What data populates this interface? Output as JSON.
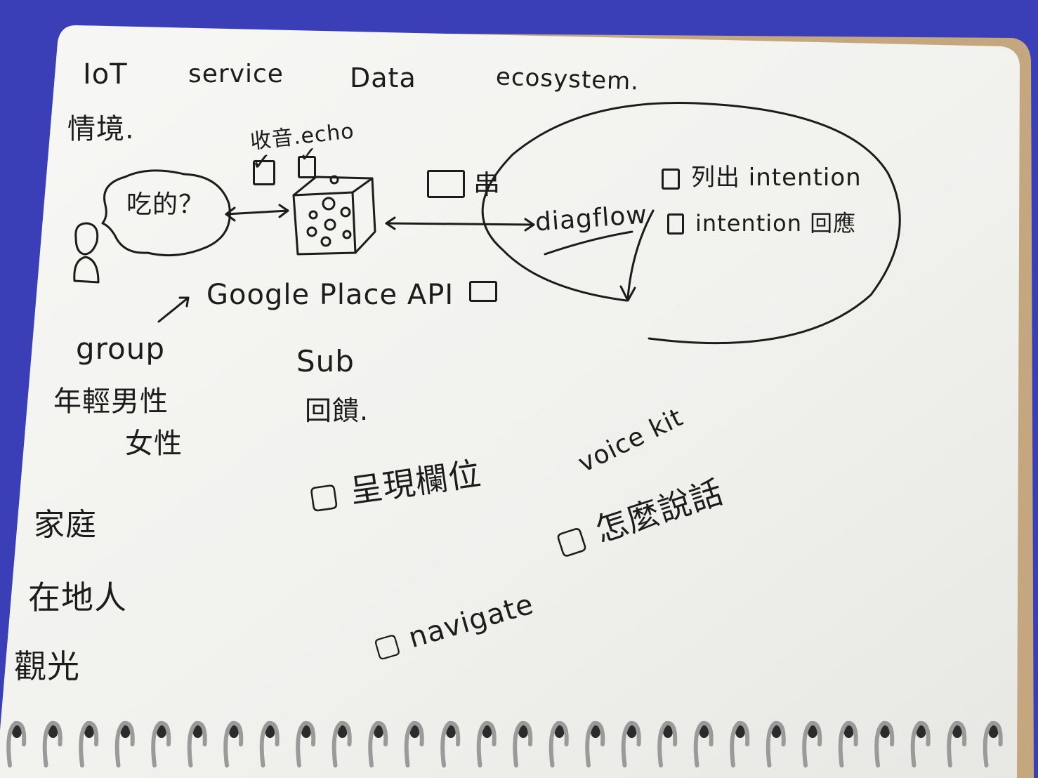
{
  "page": {
    "header_words": [
      "IoT",
      "service",
      "Data",
      "ecosystem."
    ],
    "situation_label": "情境.",
    "speech_bubble": "吃的？",
    "device_labels": [
      "收音.echo"
    ],
    "device_checks": [
      true,
      true
    ],
    "middle_marker": "串",
    "dialog_engine": "diagflow",
    "intent_items": [
      "列出 intention",
      "intention 回應"
    ],
    "api_label": "Google Place API",
    "group": {
      "title": "group",
      "items": [
        "年輕男性",
        "女性",
        "家庭",
        "在地人",
        "觀光"
      ]
    },
    "sub": {
      "title": "Sub",
      "note": "回饋."
    },
    "todo_items": [
      "呈現欄位",
      "怎麼說話",
      "navigate"
    ],
    "voice_kit": "voice kit",
    "colors": {
      "background": "#3a3fb8",
      "paper": "#f6f6f3",
      "ink": "#1c1c1c",
      "cover_edge": "#c4a77f",
      "spiral": "#9a9a9a"
    }
  }
}
